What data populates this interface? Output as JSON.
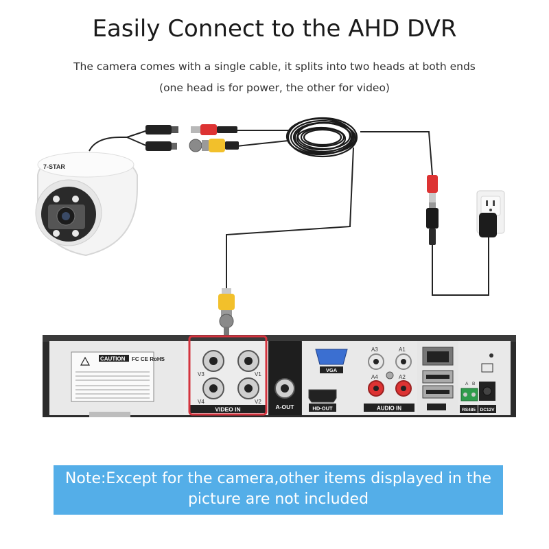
{
  "title": "Easily Connect to the AHD DVR",
  "subtitle_line1": "The camera comes with a single cable, it splits into two heads at both ends",
  "subtitle_line2": "(one head is for power, the other for video)",
  "camera": {
    "brand": "7-STAR"
  },
  "dvr": {
    "caution_title": "CAUTION",
    "cert_marks": "FC CE RoHS",
    "video_inputs": [
      "V1",
      "V2",
      "V3",
      "V4"
    ],
    "video_in_label": "VIDEO IN",
    "audio_out_label": "A-OUT",
    "vga_label": "VGA",
    "hdmi_label": "HD-OUT",
    "audio_inputs": [
      "A1",
      "A2",
      "A3",
      "A4"
    ],
    "audio_in_label": "AUDIO IN",
    "rs485_label": "RS485",
    "rs485_pins": [
      "A",
      "B"
    ],
    "dc_label": "DC12V"
  },
  "note": "Note:Except for the camera,other items displayed in the picture are not included",
  "colors": {
    "highlight": "#d4333e",
    "note_bg": "#54aee8",
    "cable": "#222222"
  }
}
